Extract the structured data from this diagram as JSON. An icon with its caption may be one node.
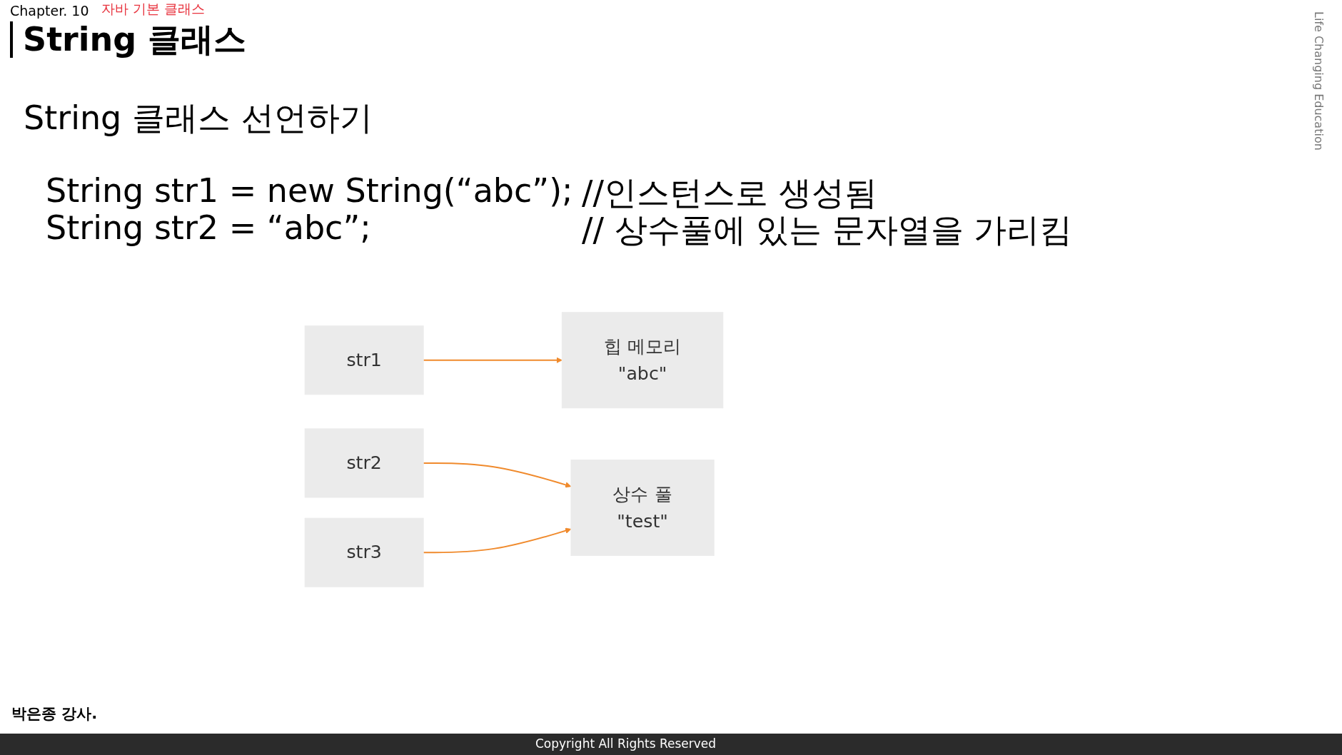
{
  "diagram": {
    "title": "String 클래스",
    "nodes": [
      {
        "text": [
          "str1"
        ]
      },
      {
        "text": [
          "str2"
        ]
      },
      {
        "text": [
          "str3"
        ]
      },
      {
        "text": [
          "힙 메모리",
          "\"abc\""
        ]
      },
      {
        "text": [
          "상수 풀",
          "\"test\""
        ]
      }
    ],
    "edges": [
      {
        "from": 0,
        "to": 3,
        "arrow": "to"
      },
      {
        "from": 1,
        "to": 4,
        "arrow": "to"
      },
      {
        "from": 2,
        "to": 4,
        "arrow": "to"
      }
    ],
    "labels": [
      "Chapter. 10",
      "자바 기본 클래스",
      "Life Changing Education",
      "String 클래스 선언하기",
      "String str1 = new String(“abc”);",
      "//인스턴스로 생성됨",
      "String str2 = “abc”;",
      "// 상수풀에 있는 문자열을 가리킴",
      "박은종 강사.",
      "Copyright All Rights Reserved"
    ]
  }
}
